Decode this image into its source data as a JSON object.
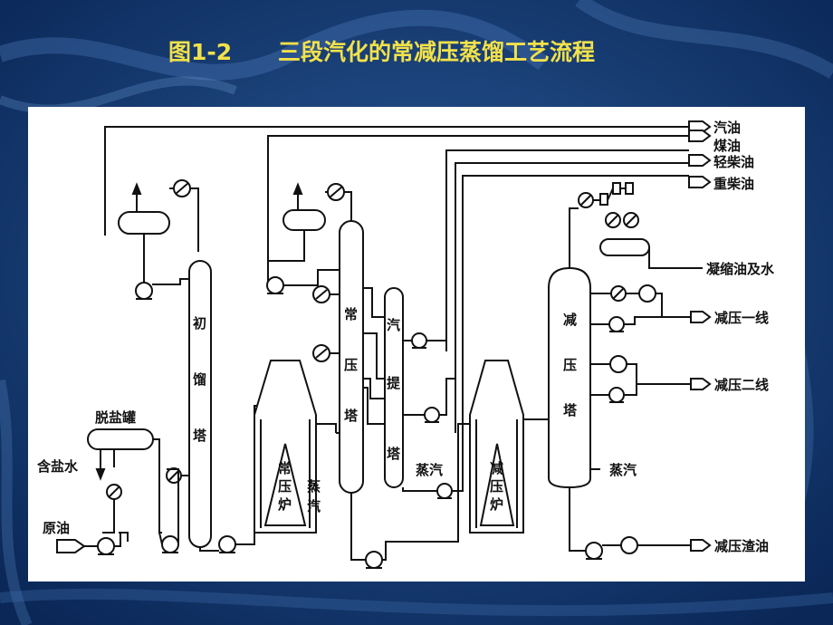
{
  "title": {
    "figure": "图1-2",
    "text": "三段汽化的常减压蒸馏工艺流程"
  },
  "labels": {
    "gasoline": "汽油",
    "kerosene": "煤油",
    "light_diesel": "轻柴油",
    "heavy_diesel": "重柴油",
    "condensate_water": "凝缩油及水",
    "vac_line1": "减压一线",
    "vac_line2": "减压二线",
    "steam_vac": "蒸汽",
    "vac_residue": "减压渣油",
    "desalter": "脱盐罐",
    "salt_water": "含盐水",
    "crude": "原油",
    "steam_strip": "蒸汽"
  },
  "vertical_labels": {
    "prefrac_1": "初",
    "prefrac_2": "馏",
    "prefrac_3": "塔",
    "atm_tower_1": "常",
    "atm_tower_2": "压",
    "atm_tower_3": "塔",
    "stripper_1": "汽",
    "stripper_2": "提",
    "stripper_3": "塔",
    "atm_furnace_1": "常",
    "atm_furnace_2": "压",
    "atm_furnace_3": "炉",
    "steam_a": "蒸",
    "steam_b": "汽",
    "vac_furnace_1": "减",
    "vac_furnace_2": "压",
    "vac_furnace_3": "炉",
    "vac_tower_1": "减",
    "vac_tower_2": "压",
    "vac_tower_3": "塔"
  },
  "colors": {
    "title": "#f2e14a",
    "background": "#0d2f63",
    "panel": "#ffffff",
    "line": "#111111"
  }
}
